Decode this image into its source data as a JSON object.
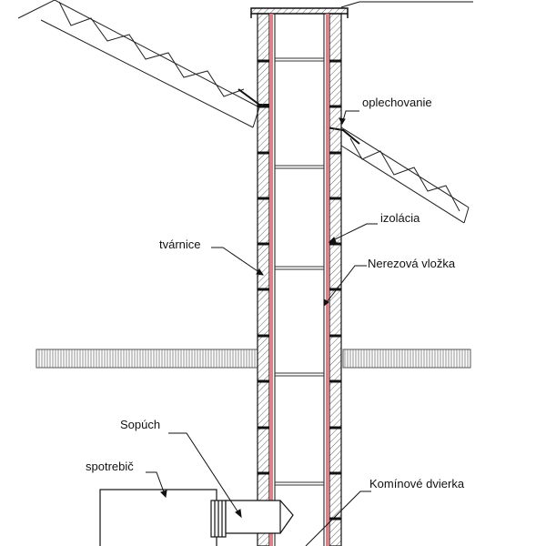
{
  "labels": {
    "flashing": "oplechovanie",
    "insulation": "izolácia",
    "blocks": "tvárnice",
    "liner": "Nerezová vložka",
    "flue_pipe": "Sopúch",
    "appliance": "spotrebič",
    "cleanout_door": "Komínové dvierka"
  },
  "colors": {
    "line": "#111111",
    "insulation": "#d9828a",
    "hatch": "#555555"
  }
}
